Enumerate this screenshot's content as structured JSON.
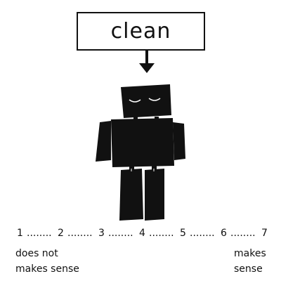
{
  "prompt_word": "clean",
  "icons": {
    "arrow": "down-arrow-icon",
    "figure": "robot-figure-icon"
  },
  "colors": {
    "ink": "#111111",
    "background": "#ffffff"
  },
  "scale": {
    "points": [
      "1",
      "2",
      "3",
      "4",
      "5",
      "6",
      "7"
    ],
    "separator": "........",
    "low_anchor": [
      "does not",
      "makes sense"
    ],
    "high_anchor": [
      "makes",
      "sense"
    ]
  }
}
